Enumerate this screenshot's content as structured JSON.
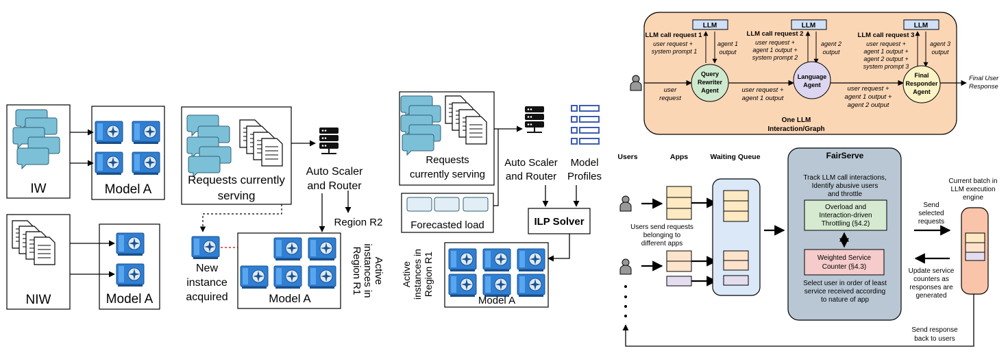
{
  "panel1": {
    "iw": "IW",
    "niw": "NIW",
    "model_a_top": "Model A",
    "model_a_bottom": "Model A"
  },
  "panel2": {
    "requests_l1": "Requests currently",
    "requests_l2": "serving",
    "scaler_l1": "Auto Scaler",
    "scaler_l2": "and Router",
    "region_r2": "Region R2",
    "active_l1": "Active",
    "active_l2": "instances in",
    "active_l3": "Region R1",
    "new_l1": "New",
    "new_l2": "instance",
    "new_l3": "acquired",
    "model_a": "Model A"
  },
  "panel3": {
    "requests_l1": "Requests",
    "requests_l2": "currently serving",
    "forecast": "Forecasted load",
    "scaler_l1": "Auto Scaler",
    "scaler_l2": "and Router",
    "profiles_l1": "Model",
    "profiles_l2": "Profiles",
    "ilp": "ILP Solver",
    "active_l1": "Active",
    "active_l2": "instances in",
    "active_l3": "Region R1",
    "model_a": "Model A"
  },
  "panel4": {
    "llm": "LLM",
    "call1_title": "LLM call request 1",
    "call1_in": [
      "user request +",
      "system prompt 1"
    ],
    "call1_out": [
      "agent 1",
      "output"
    ],
    "call2_title": "LLM call request 2",
    "call2_in": [
      "user request +",
      "agent 1 output +",
      "system prompt 2"
    ],
    "call2_out": [
      "agent 2",
      "output"
    ],
    "call3_title": "LLM call request 3",
    "call3_in": [
      "user request +",
      "agent 1 output +",
      "agent 2 output +",
      "system prompt 3"
    ],
    "call3_out": [
      "agent 3",
      "output"
    ],
    "agent1": [
      "Query",
      "Rewriter",
      "Agent"
    ],
    "agent2": [
      "Language",
      "Agent"
    ],
    "agent3": [
      "Final",
      "Responder",
      "Agent"
    ],
    "edge_user": [
      "user",
      "request"
    ],
    "edge_12": [
      "user request +",
      "agent 1 output"
    ],
    "edge_23": [
      "user request +",
      "agent 1 output +",
      "agent 2 output"
    ],
    "final": [
      "Final User",
      "Response"
    ],
    "graph_label": [
      "One LLM",
      "Interaction/Graph"
    ]
  },
  "panel5": {
    "users": "Users",
    "apps": "Apps",
    "waiting_queue": "Waiting Queue",
    "users_send": [
      "Users send requests",
      "belonging to",
      "different apps"
    ],
    "fairserve": "FairServe",
    "track": [
      "Track LLM call interactions,",
      "Identify abusive users",
      "and throttle"
    ],
    "overload": [
      "Overload and",
      "Interaction-driven",
      "Throttling (§4.2)"
    ],
    "weighted": [
      "Weighted Service",
      "Counter (§4.3)"
    ],
    "select": [
      "Select user in order of least",
      "service received according",
      "to nature of app"
    ],
    "current_batch": [
      "Current batch in",
      "LLM execution",
      "engine"
    ],
    "send_selected": [
      "Send",
      "selected",
      "requests"
    ],
    "update": [
      "Update service",
      "counters as",
      "responses are",
      "generated"
    ],
    "send_back": [
      "Send response",
      "back to users"
    ]
  }
}
